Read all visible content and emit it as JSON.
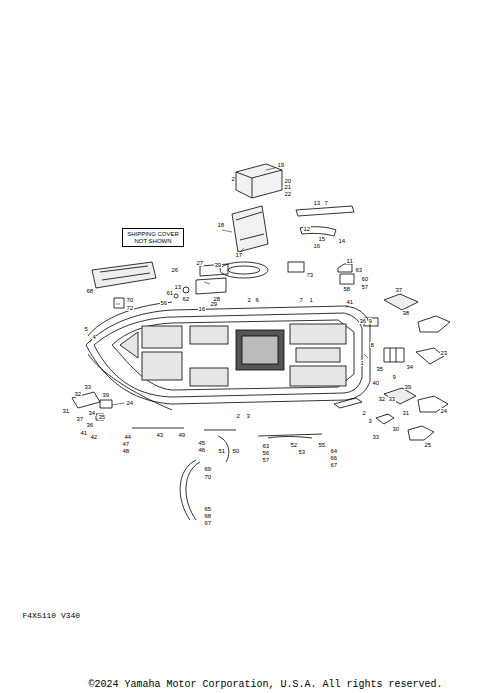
{
  "diagram": {
    "nodes": [
      {
        "text": [
          "SHIPPING COVER NOT SHOWN"
        ]
      }
    ],
    "labels": [
      "19",
      "2",
      "20",
      "21",
      "22",
      "18",
      "17",
      "13",
      "7",
      "12",
      "15",
      "14",
      "16",
      "73",
      "11",
      "63",
      "60",
      "57",
      "58",
      "27",
      "26",
      "39",
      "28",
      "29",
      "16",
      "13",
      "61",
      "62",
      "56",
      "70",
      "72",
      "68",
      "2",
      "6",
      "7",
      "1",
      "37",
      "38",
      "41",
      "36",
      "9",
      "5",
      "4",
      "8",
      "1",
      "35",
      "34",
      "23",
      "40",
      "39",
      "32",
      "33",
      "9",
      "31",
      "24",
      "25",
      "30",
      "33",
      "2",
      "3",
      "33",
      "32",
      "34",
      "31",
      "35",
      "37",
      "39",
      "36",
      "41",
      "42",
      "24",
      "2",
      "3",
      "43",
      "44",
      "47",
      "48",
      "49",
      "45",
      "46",
      "51",
      "50",
      "52",
      "53",
      "55",
      "63",
      "56",
      "57",
      "64",
      "66",
      "67",
      "69",
      "70",
      "65",
      "68",
      "67",
      "F4X5110 V340",
      "©2024 Yamaha Motor Corporation, U.S.A. All rights reserved."
    ]
  }
}
